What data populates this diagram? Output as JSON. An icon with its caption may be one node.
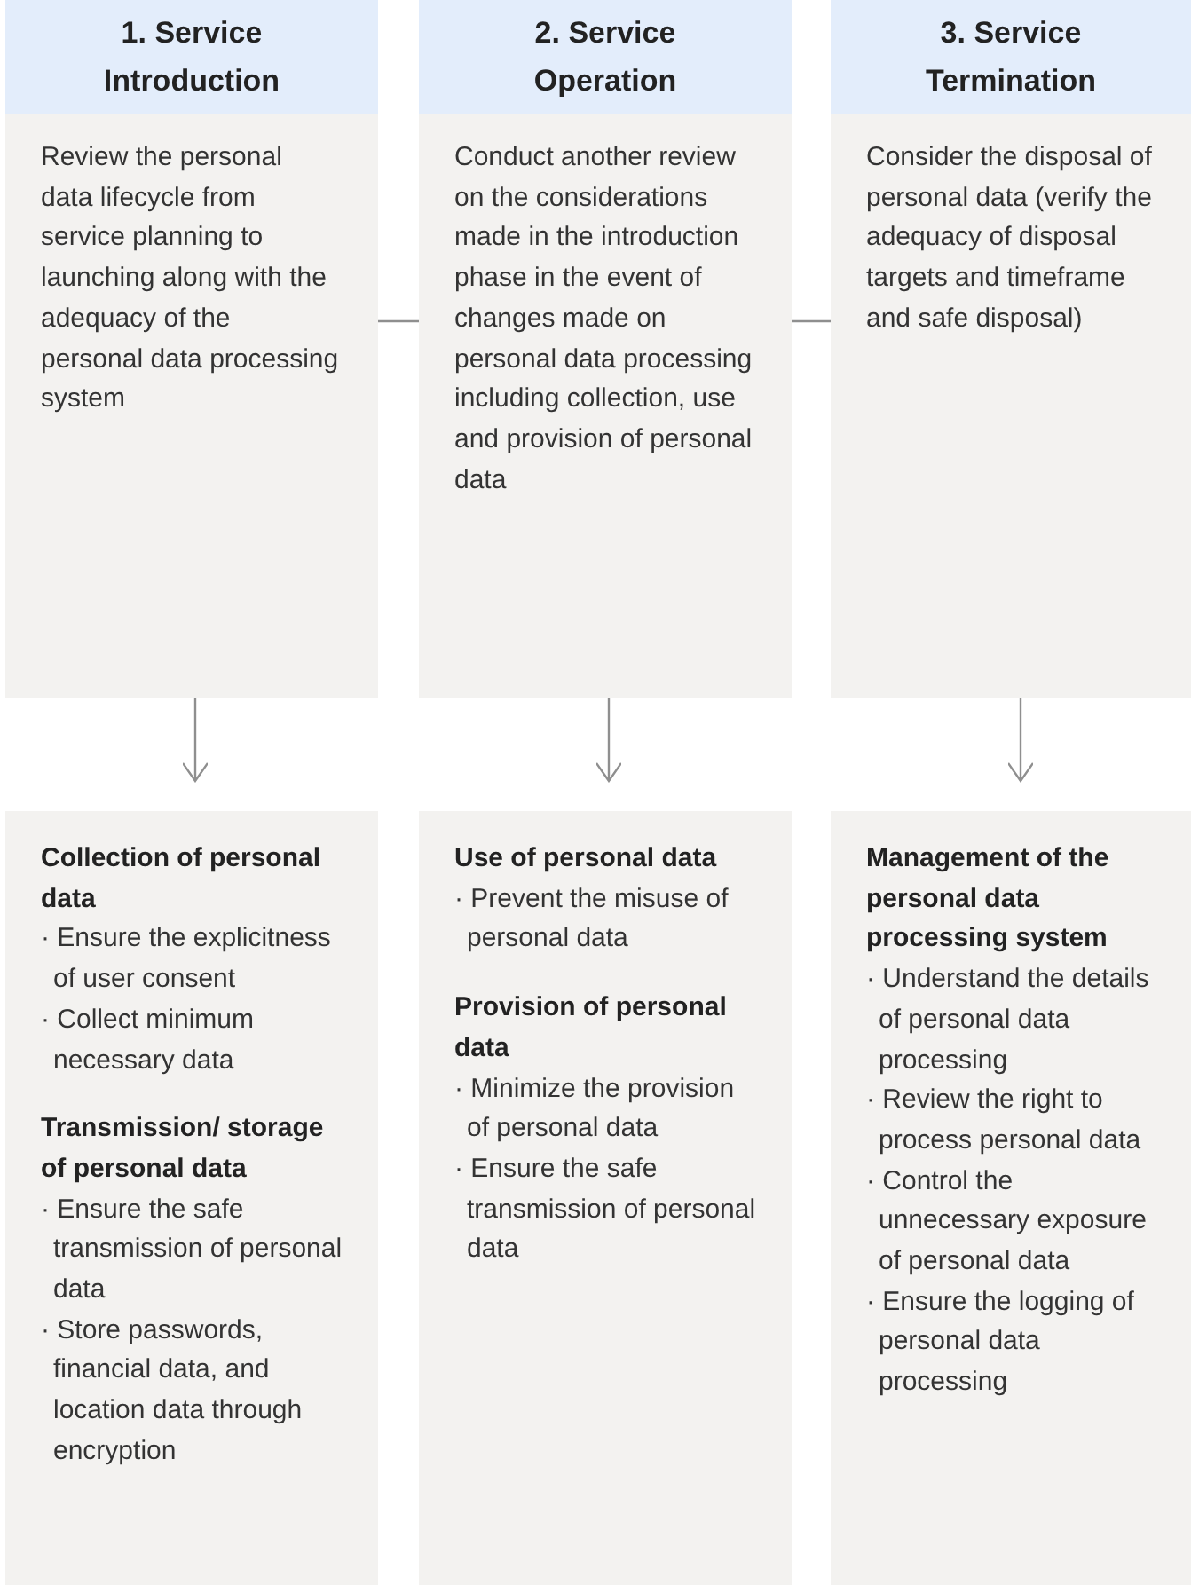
{
  "diagram": {
    "nodes": [
      {
        "text": [
          "1. Service Introduction",
          "Review the personal data lifecycle from service planning to launching along with the adequacy of the personal data processing system"
        ]
      },
      {
        "text": [
          "2. Service Operation",
          "Conduct another review on the considerations made in the introduction phase in the event of changes made on personal data processing including collection, use and provision of personal data"
        ]
      },
      {
        "text": [
          "3. Service Termination",
          "Consider the disposal of personal data (verify the adequacy of disposal targets and timeframe and safe disposal)"
        ]
      },
      {
        "text": [
          "Collection of personal data",
          "· Ensure the explicitness of user consent",
          "· Collect minimum necessary data",
          "Transmission/ storage of personal data",
          "· Ensure the safe transmission of personal data",
          "· Store passwords, financial data, and location data through encryption"
        ]
      },
      {
        "text": [
          "Use of personal data",
          "· Prevent the misuse of personal data",
          "Provision of personal data",
          "· Minimize the provision of personal data",
          "· Ensure the safe transmission of personal data"
        ]
      },
      {
        "text": [
          "Management of the personal data processing system",
          "· Understand the details of personal data processing",
          "· Review the right to process personal data",
          "· Control the unnecessary exposure of personal data",
          "· Ensure the logging of personal data processing"
        ]
      }
    ],
    "edges": [
      {
        "from": 0,
        "to": 1,
        "arrow": "none"
      },
      {
        "from": 1,
        "to": 2,
        "arrow": "none"
      },
      {
        "from": 0,
        "to": 3,
        "arrow": "to"
      },
      {
        "from": 1,
        "to": 4,
        "arrow": "to"
      },
      {
        "from": 2,
        "to": 5,
        "arrow": "to"
      }
    ]
  }
}
